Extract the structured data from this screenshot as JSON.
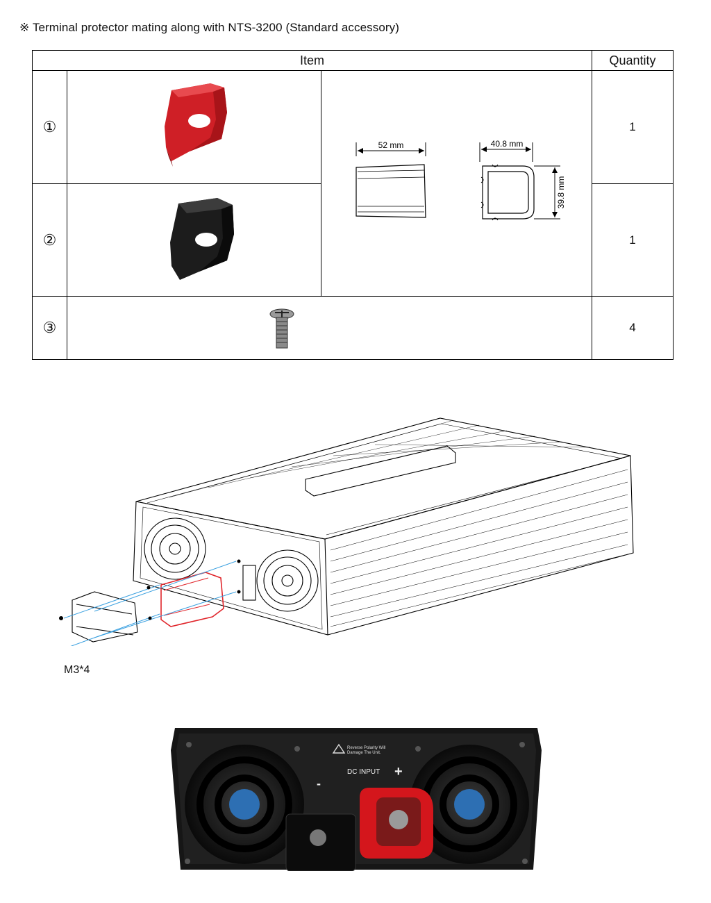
{
  "note": "※ Terminal protector mating along with NTS-3200 (Standard accessory)",
  "table": {
    "headers": {
      "item": "Item",
      "quantity": "Quantity"
    },
    "rows": [
      {
        "number": "①",
        "quantity": "1",
        "image_icon": "red-terminal-cover-icon"
      },
      {
        "number": "②",
        "quantity": "1",
        "image_icon": "black-terminal-cover-icon"
      },
      {
        "number": "③",
        "quantity": "4",
        "image_icon": "screw-icon"
      }
    ],
    "dimensions": {
      "length": "52 mm",
      "width": "40.8 mm",
      "height": "39.8 mm"
    }
  },
  "diagram": {
    "screw_label": "M3*4"
  },
  "photo": {
    "warning_text_line1": "Reverse Polarity Will",
    "warning_text_line2": "Damage The Unit.",
    "dc_input_label": "DC INPUT",
    "minus_label": "-",
    "plus_label": "+",
    "colors": {
      "red_cover": "#d4161c",
      "black_cover": "#1a1a1a",
      "chassis": "#111111"
    }
  }
}
